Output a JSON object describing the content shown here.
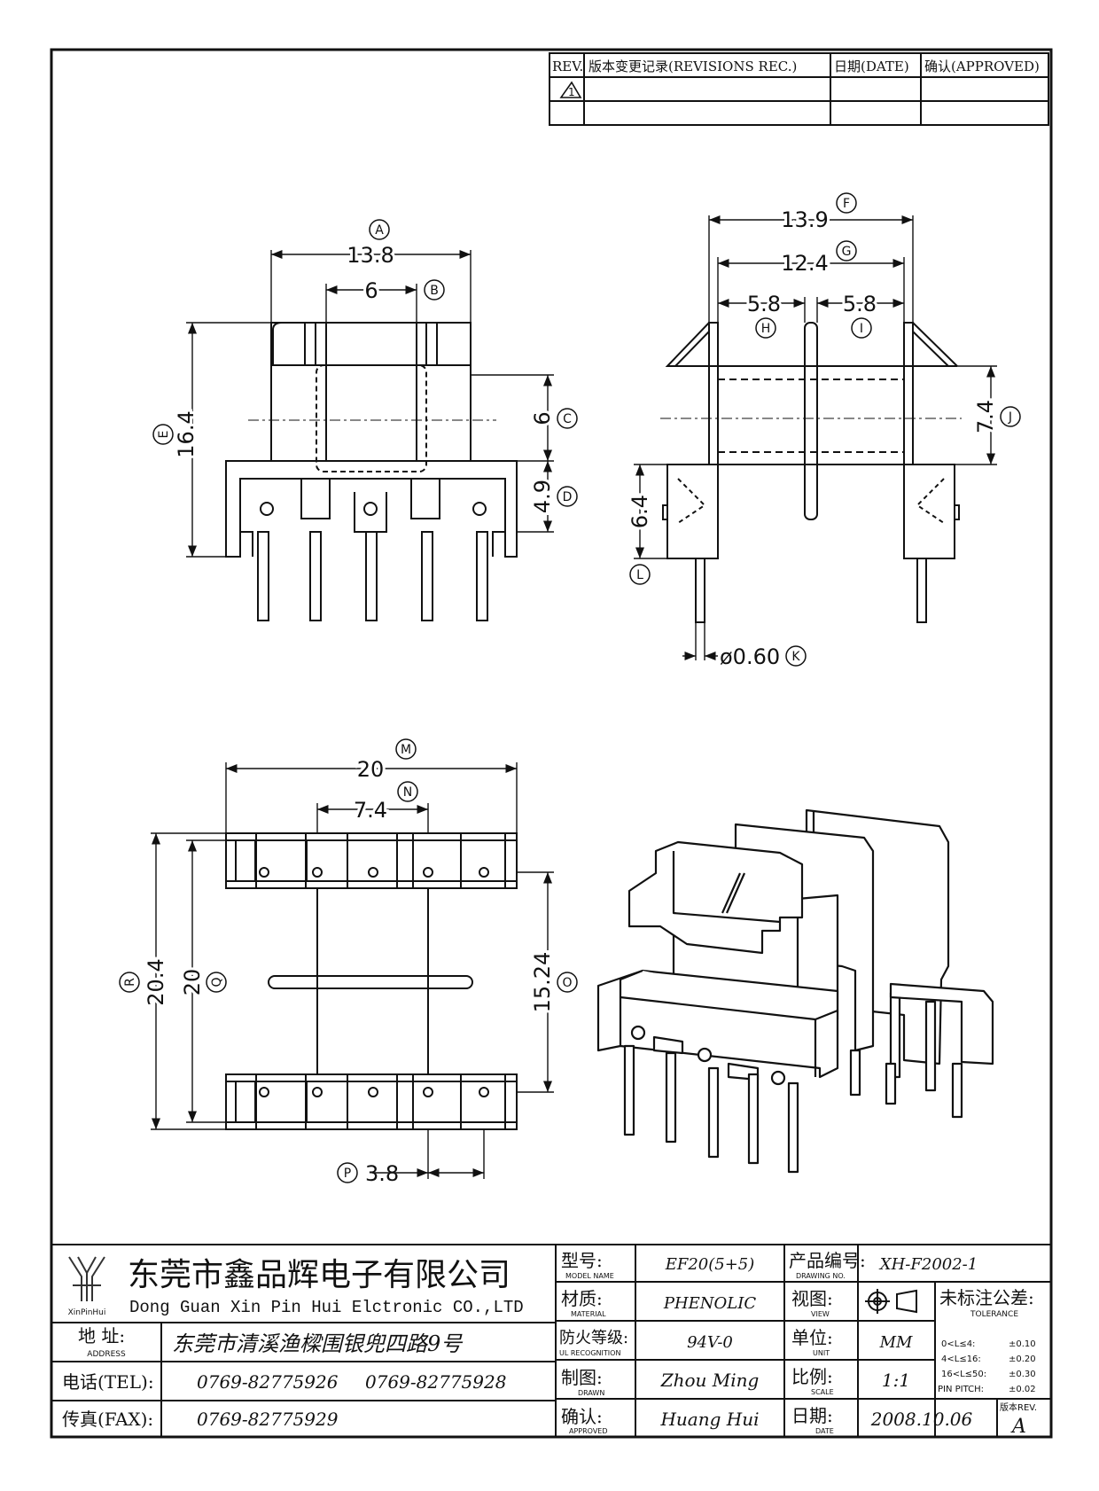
{
  "revisions": {
    "headers": [
      "REV.",
      "版本变更记录(REVISIONS REC.)",
      "日期(DATE)",
      "确认(APPROVED)"
    ],
    "rows": [
      {
        "rev": "1",
        "record": "",
        "date": "",
        "approved": ""
      },
      {
        "rev": "",
        "record": "",
        "date": "",
        "approved": ""
      }
    ]
  },
  "dimensions": {
    "top_view": [
      {
        "id": "A",
        "value": "13.8"
      },
      {
        "id": "B",
        "value": "6"
      },
      {
        "id": "C",
        "value": "6"
      },
      {
        "id": "D",
        "value": "4.9"
      },
      {
        "id": "E",
        "value": "16.4"
      }
    ],
    "side_view": [
      {
        "id": "F",
        "value": "13.9"
      },
      {
        "id": "G",
        "value": "12.4"
      },
      {
        "id": "H",
        "value": "5.8"
      },
      {
        "id": "I",
        "value": "5.8"
      },
      {
        "id": "J",
        "value": "7.4"
      },
      {
        "id": "L",
        "value": "6.4"
      },
      {
        "id": "K",
        "value": "ø0.60"
      }
    ],
    "bottom_view": [
      {
        "id": "M",
        "value": "20"
      },
      {
        "id": "N",
        "value": "7.4"
      },
      {
        "id": "R",
        "value": "20.4"
      },
      {
        "id": "Q",
        "value": "20"
      },
      {
        "id": "O",
        "value": "15.24"
      },
      {
        "id": "P",
        "value": "3.8"
      }
    ]
  },
  "title_block": {
    "company_cn": "东莞市鑫品辉电子有限公司",
    "company_en": "Dong Guan Xin Pin Hui Elctronic CO.,LTD",
    "logo_text": "XinPinHui",
    "address_label_cn": "地  址:",
    "address_label_en": "ADDRESS",
    "address": "东莞市清溪渔樑围银兜四路9号",
    "tel_label": "电话(TEL):",
    "tel1": "0769-82775926",
    "tel2": "0769-82775928",
    "fax_label": "传真(FAX):",
    "fax": "0769-82775929",
    "fields": [
      {
        "label_cn": "型号:",
        "label_en": "MODEL NAME",
        "value": "EF20(5+5)"
      },
      {
        "label_cn": "材质:",
        "label_en": "MATERIAL",
        "value": "PHENOLIC"
      },
      {
        "label_cn": "防火等级:",
        "label_en": "UL RECOGNITION",
        "value": "94V-0"
      },
      {
        "label_cn": "制图:",
        "label_en": "DRAWN",
        "value": "Zhou Ming"
      },
      {
        "label_cn": "确认:",
        "label_en": "APPROVED",
        "value": "Huang Hui"
      }
    ],
    "fields2": [
      {
        "label_cn": "产品编号:",
        "label_en": "DRAWING NO.",
        "value": "XH-F2002-1"
      },
      {
        "label_cn": "视图:",
        "label_en": "VIEW",
        "value": ""
      },
      {
        "label_cn": "单位:",
        "label_en": "UNIT",
        "value": "MM"
      },
      {
        "label_cn": "比例:",
        "label_en": "SCALE",
        "value": "1:1"
      },
      {
        "label_cn": "日期:",
        "label_en": "DATE",
        "value": "2008.10.06"
      }
    ],
    "tolerance_cn": "未标注公差:",
    "tolerance_en": "TOLERANCE",
    "tolerances": [
      {
        "range": "0<L≤4:",
        "value": "±0.10"
      },
      {
        "range": "4<L≤16:",
        "value": "±0.20"
      },
      {
        "range": "16<L≤50:",
        "value": "±0.30"
      },
      {
        "range": "PIN PITCH:",
        "value": "±0.02"
      }
    ],
    "rev_label": "版本REV.",
    "rev_value": "A"
  }
}
